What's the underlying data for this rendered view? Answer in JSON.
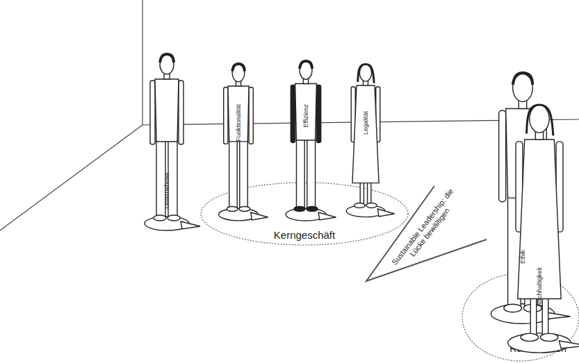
{
  "diagram": {
    "nodes": [
      {
        "text": [
          "Kerngeschäft"
        ]
      },
      {
        "text": [
          "Sustainable Leadership: die Lücke bewältigen"
        ]
      },
      {
        "text": [
          "Restriktionen"
        ]
      }
    ],
    "labels": [
      "Unternehmer",
      "Funktionalität",
      "Effizienz",
      "Legalität",
      "Ethik",
      "Nachhaltigkeit"
    ]
  }
}
